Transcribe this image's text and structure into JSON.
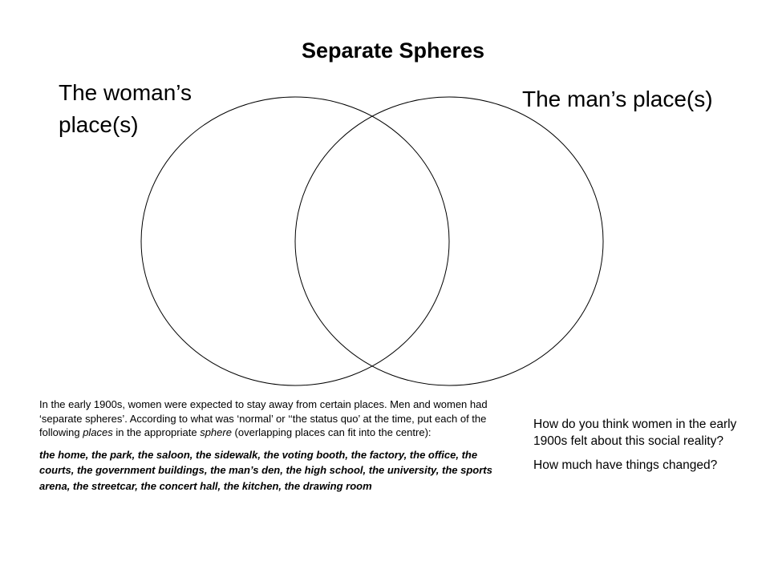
{
  "title": "Separate Spheres",
  "spheres": {
    "left_label": "The woman’s place(s)",
    "right_label": "The man’s place(s)"
  },
  "instructions": {
    "part1": "In the early 1900s, women were expected to stay away from certain places. Men and women had ‘separate spheres’.  According to what was ‘normal’ or ‘‘the status quo’ at the time, put each of the following ",
    "emph1": "places",
    "part2": " in the appropriate ",
    "emph2": "sphere",
    "part3": " (overlapping places can fit into the centre):",
    "places_list": "the home, the park, the saloon, the sidewalk, the voting booth, the factory, the office, the courts, the government buildings, the man’s den, the high school, the university, the sports arena, the streetcar, the concert hall, the kitchen, the drawing room"
  },
  "questions": [
    "How do you think women in the early 1900s felt about this social reality?",
    "How much have things changed?"
  ]
}
